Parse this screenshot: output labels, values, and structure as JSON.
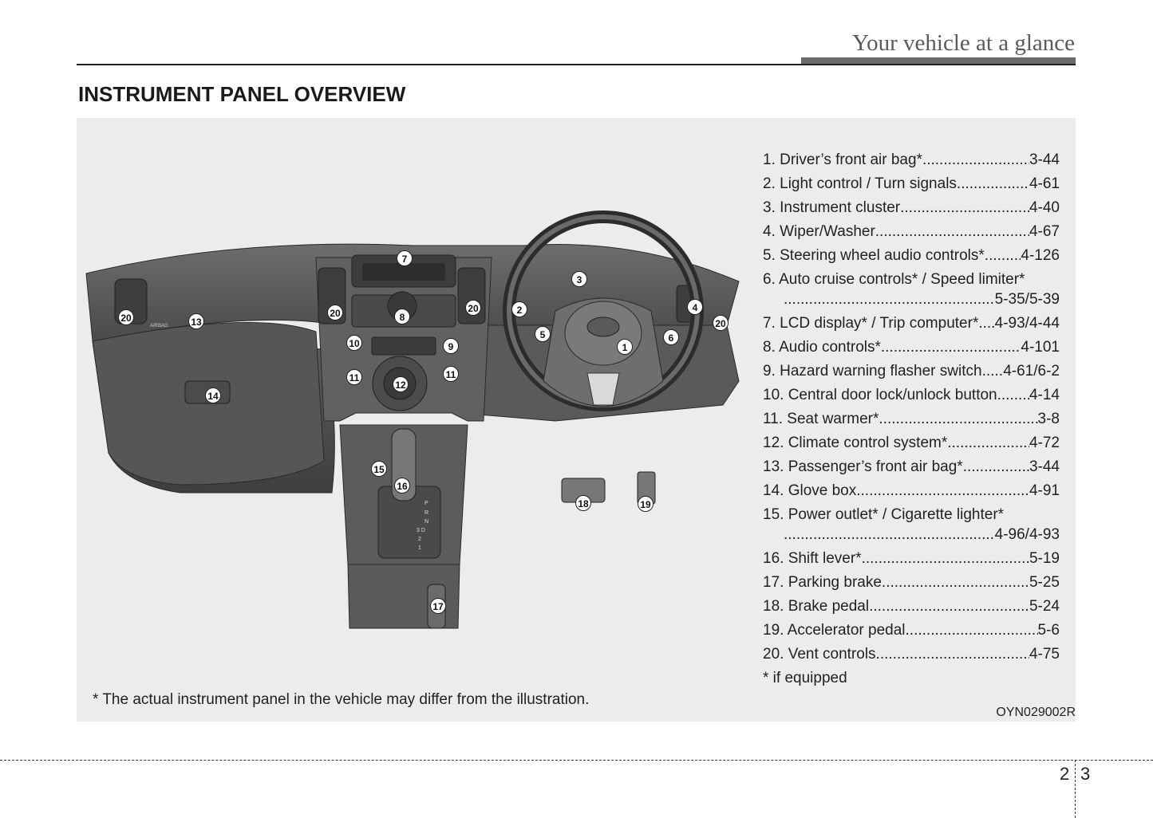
{
  "header": {
    "title": "Your vehicle at a glance"
  },
  "section_title": "INSTRUMENT PANEL OVERVIEW",
  "legend": [
    {
      "label": "1. Driver’s front air bag*",
      "page": "3-44"
    },
    {
      "label": "2. Light control / Turn signals",
      "page": "4-61"
    },
    {
      "label": "3. Instrument cluster",
      "page": "4-40"
    },
    {
      "label": "4. Wiper/Washer",
      "page": "4-67"
    },
    {
      "label": "5. Steering wheel audio controls*",
      "page": "4-126"
    },
    {
      "label": "6. Auto cruise controls* / Speed limiter*",
      "page": "5-35/5-39",
      "wrap": true
    },
    {
      "label": "7. LCD display* / Trip computer*",
      "page": "4-93/4-44"
    },
    {
      "label": "8. Audio controls*",
      "page": "4-101"
    },
    {
      "label": "9. Hazard warning flasher switch",
      "page": "4-61/6-2"
    },
    {
      "label": "10. Central door lock/unlock button",
      "page": "4-14"
    },
    {
      "label": "11. Seat warmer*",
      "page": "3-8"
    },
    {
      "label": "12. Climate control system*",
      "page": "4-72"
    },
    {
      "label": "13. Passenger’s front air bag*",
      "page": "3-44"
    },
    {
      "label": "14. Glove box",
      "page": "4-91"
    },
    {
      "label": "15. Power outlet* / Cigarette lighter*",
      "page": "4-96/4-93",
      "wrap": true
    },
    {
      "label": "16. Shift lever*",
      "page": "5-19"
    },
    {
      "label": "17. Parking brake",
      "page": "5-25"
    },
    {
      "label": "18. Brake pedal",
      "page": "5-24"
    },
    {
      "label": "19. Accelerator pedal",
      "page": "5-6"
    },
    {
      "label": "20. Vent controls",
      "page": "4-75"
    }
  ],
  "legend_note": "* if equipped",
  "illustration": {
    "airbag_label": "AIRBAG",
    "gear_labels": [
      "P",
      "R",
      "N",
      "3 D",
      "2",
      "1"
    ],
    "callouts": [
      "1",
      "2",
      "3",
      "4",
      "5",
      "6",
      "7",
      "8",
      "9",
      "10",
      "11",
      "11",
      "12",
      "13",
      "14",
      "15",
      "16",
      "17",
      "18",
      "19",
      "20",
      "20",
      "20",
      "20"
    ]
  },
  "footnote": "* The actual instrument panel in the vehicle may differ from the illustration.",
  "figure_code": "OYN029002R",
  "page_number": {
    "left": "2",
    "right": "3"
  }
}
